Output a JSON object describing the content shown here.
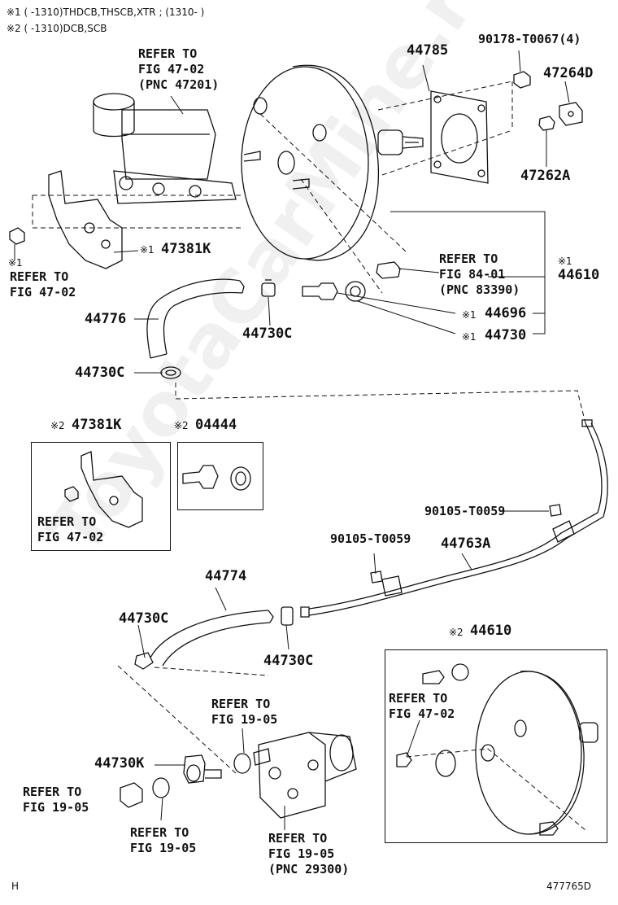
{
  "notes": {
    "note1": "※1 (      -1310)THDCB,THSCB,XTR ; (1310-       )",
    "note2": "※2 (      -1310)DCB,SCB"
  },
  "labels": {
    "ref_47_02_top_1": "REFER TO",
    "ref_47_02_top_2": "FIG 47-02",
    "ref_47_02_top_3": "(PNC 47201)",
    "p44785": "44785",
    "p90178": "90178-T0067(4)",
    "p47264d": "47264D",
    "p47262a": "47262A",
    "p47381k_mark": "※1",
    "p47381k": "47381K",
    "left_ref_mark": "※1",
    "left_ref_1": "REFER TO",
    "left_ref_2": "FIG 47-02",
    "ref_84_1": "REFER TO",
    "ref_84_2": "FIG 84-01",
    "ref_84_3": "(PNC 83390)",
    "p44610_mark": "※1",
    "p44610": "44610",
    "p44776": "44776",
    "p44730c_a": "44730C",
    "p44696_mark": "※1",
    "p44696": "44696",
    "p44730_mark": "※1",
    "p44730": "44730",
    "p44730c_b": "44730C",
    "inset1_title_mark": "※2",
    "inset1_title": "47381K",
    "inset1_ref_1": "REFER TO",
    "inset1_ref_2": "FIG 47-02",
    "inset2_title_mark": "※2",
    "inset2_title": "04444",
    "p90105_right": "90105-T0059",
    "p90105_mid": "90105-T0059",
    "p44763a": "44763A",
    "p44774": "44774",
    "p44730c_c": "44730C",
    "p44730c_d": "44730C",
    "inset3_title_mark": "※2",
    "inset3_title": "44610",
    "inset3_ref_1": "REFER TO",
    "inset3_ref_2": "FIG 47-02",
    "ref_19_05_top_1": "REFER TO",
    "ref_19_05_top_2": "FIG 19-05",
    "p44730k": "44730K",
    "ref_19_05_left_1": "REFER TO",
    "ref_19_05_left_2": "FIG 19-05",
    "ref_19_05_mid_1": "REFER TO",
    "ref_19_05_mid_2": "FIG 19-05",
    "ref_19_05_pump_1": "REFER TO",
    "ref_19_05_pump_2": "FIG 19-05",
    "ref_19_05_pump_3": "(PNC 29300)",
    "corner_left": "H",
    "figure_code": "477765D"
  },
  "watermark": "ToyotaCarMine.ru"
}
